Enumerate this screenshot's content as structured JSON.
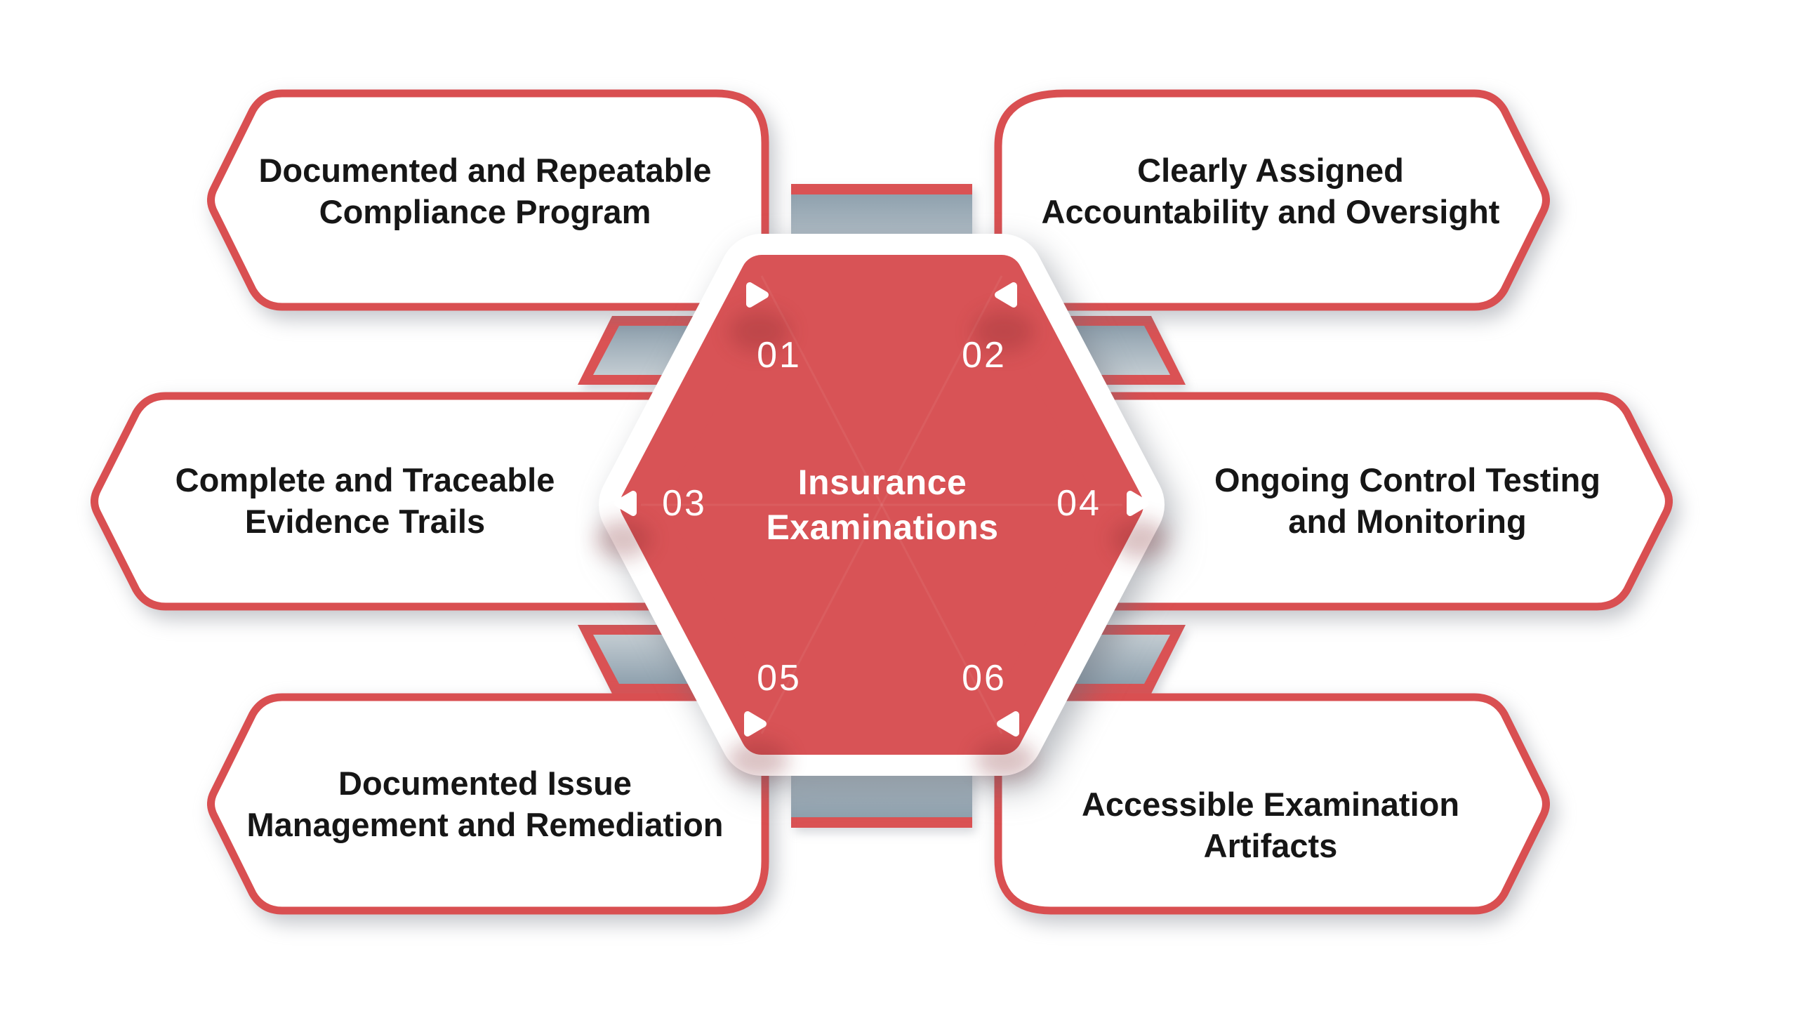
{
  "title": {
    "line1": "Insurance",
    "line2": "Examinations"
  },
  "steps": [
    {
      "number": "01",
      "label_line1": "Documented and Repeatable",
      "label_line2": "Compliance Program"
    },
    {
      "number": "02",
      "label_line1": "Clearly Assigned",
      "label_line2": "Accountability and Oversight"
    },
    {
      "number": "03",
      "label_line1": "Complete and Traceable",
      "label_line2": "Evidence Trails"
    },
    {
      "number": "04",
      "label_line1": "Ongoing Control Testing",
      "label_line2": "and Monitoring"
    },
    {
      "number": "05",
      "label_line1": "Documented Issue",
      "label_line2": "Management and Remediation"
    },
    {
      "number": "06",
      "label_line1": "Accessible Examination",
      "label_line2": "Artifacts"
    }
  ],
  "colors": {
    "red": "#D85356",
    "red_border": "#D94F51",
    "connector_grey_dark": "#8FA1AE",
    "connector_grey_light": "#C3CCD2",
    "text": "#161616",
    "white": "#FFFFFF"
  }
}
